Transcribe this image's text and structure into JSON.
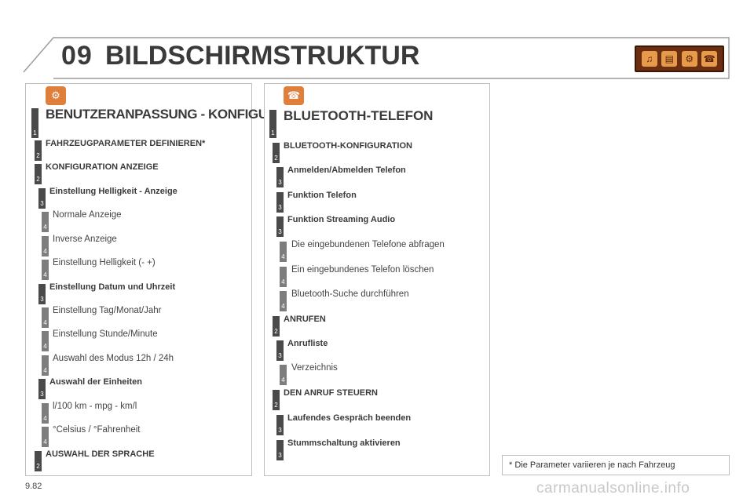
{
  "header": {
    "chapter": "09",
    "title": "BILDSCHIRMSTRUKTUR",
    "icons": [
      "music-icon",
      "book-icon",
      "settings-icon",
      "phone-icon"
    ]
  },
  "left": {
    "icon": "settings-icon",
    "items": [
      {
        "level": "1",
        "label": "BENUTZERANPASSUNG - KONFIGURATION"
      },
      {
        "level": "2",
        "label": "FAHRZEUGPARAMETER DEFINIEREN*"
      },
      {
        "level": "2",
        "label": "KONFIGURATION ANZEIGE"
      },
      {
        "level": "3",
        "label": "Einstellung Helligkeit - Anzeige"
      },
      {
        "level": "4",
        "label": "Normale Anzeige"
      },
      {
        "level": "4",
        "label": "Inverse Anzeige"
      },
      {
        "level": "4",
        "label": "Einstellung Helligkeit (- +)"
      },
      {
        "level": "3",
        "label": "Einstellung Datum und Uhrzeit"
      },
      {
        "level": "4",
        "label": "Einstellung Tag/Monat/Jahr"
      },
      {
        "level": "4",
        "label": "Einstellung Stunde/Minute"
      },
      {
        "level": "4",
        "label": "Auswahl des Modus 12h / 24h"
      },
      {
        "level": "3",
        "label": "Auswahl der Einheiten"
      },
      {
        "level": "4",
        "label": "l/100 km - mpg - km/l"
      },
      {
        "level": "4",
        "label": "°Celsius / °Fahrenheit"
      },
      {
        "level": "2",
        "label": "AUSWAHL DER SPRACHE"
      }
    ]
  },
  "right": {
    "icon": "phone-icon",
    "items": [
      {
        "level": "1",
        "label": "BLUETOOTH-TELEFON"
      },
      {
        "level": "2",
        "label": "BLUETOOTH-KONFIGURATION"
      },
      {
        "level": "3",
        "label": "Anmelden/Abmelden Telefon"
      },
      {
        "level": "3",
        "label": "Funktion Telefon"
      },
      {
        "level": "3",
        "label": "Funktion Streaming Audio"
      },
      {
        "level": "4",
        "label": "Die eingebundenen Telefone abfragen"
      },
      {
        "level": "4",
        "label": "Ein eingebundenes Telefon löschen"
      },
      {
        "level": "4",
        "label": "Bluetooth-Suche durchführen"
      },
      {
        "level": "2",
        "label": "ANRUFEN"
      },
      {
        "level": "3",
        "label": "Anrufliste"
      },
      {
        "level": "4",
        "label": "Verzeichnis"
      },
      {
        "level": "2",
        "label": "DEN ANRUF STEUERN"
      },
      {
        "level": "3",
        "label": "Laufendes Gespräch beenden"
      },
      {
        "level": "3",
        "label": "Stummschaltung aktivieren"
      }
    ]
  },
  "footnote": "* Die Parameter variieren je nach Fahrzeug",
  "page_number": "9.82",
  "watermark": "carmanualsonline.info"
}
